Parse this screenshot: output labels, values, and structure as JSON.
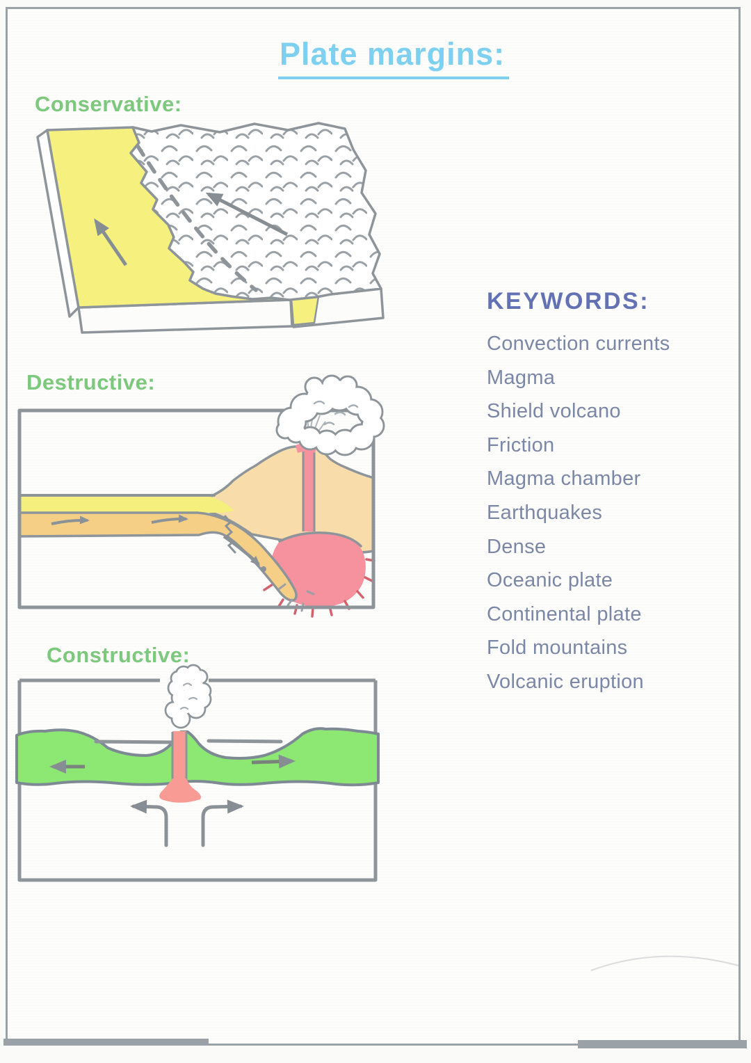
{
  "page": {
    "title": "Plate margins:"
  },
  "sections": [
    {
      "id": "conservative",
      "label": "Conservative:"
    },
    {
      "id": "destructive",
      "label": "Destructive:"
    },
    {
      "id": "constructive",
      "label": "Constructive:"
    }
  ],
  "keywords": {
    "heading": "KEYWORDS:",
    "items": [
      "Convection currents",
      "Magma",
      "Shield volcano",
      "Friction",
      "Magma chamber",
      "Earthquakes",
      "Dense",
      "Oceanic plate",
      "Continental plate",
      "Fold mountains",
      "Volcanic eruption"
    ]
  },
  "colors": {
    "title": "#7ed0f0",
    "section_label": "#7cc87c",
    "keywords_heading": "#6371b5",
    "keywords_item": "#7b87a6",
    "outline_gray": "#8d959b",
    "arrow_gray": "#868e94",
    "plate_yellow": "#f6f07e",
    "oceanic_crust_yellow": "#f5ef7d",
    "oceanic_plate_orange": "#f6cf86",
    "continental_peach": "#f8dcaa",
    "magma_pink": "#f5929e",
    "lava_pink": "#f89b94",
    "crust_green": "#8ce873"
  }
}
